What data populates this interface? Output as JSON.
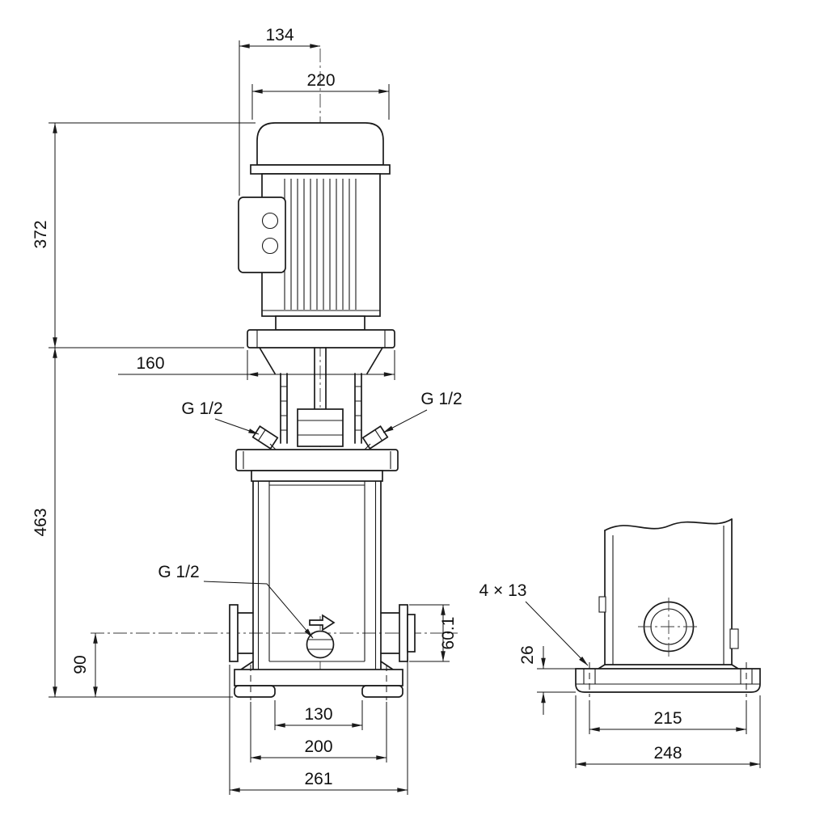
{
  "front_view": {
    "dims": {
      "d134": "134",
      "d220": "220",
      "d372": "372",
      "d160": "160",
      "d463": "463",
      "d90": "90",
      "d60_1": "60.1",
      "d130": "130",
      "d200": "200",
      "d261": "261"
    },
    "labels": {
      "plug_top_left": "G 1/2",
      "plug_top_right": "G 1/2",
      "drain_plug": "G 1/2"
    }
  },
  "side_view": {
    "dims": {
      "bolt_holes": "4 × 13",
      "d26": "26",
      "d215": "215",
      "d248": "248"
    }
  }
}
